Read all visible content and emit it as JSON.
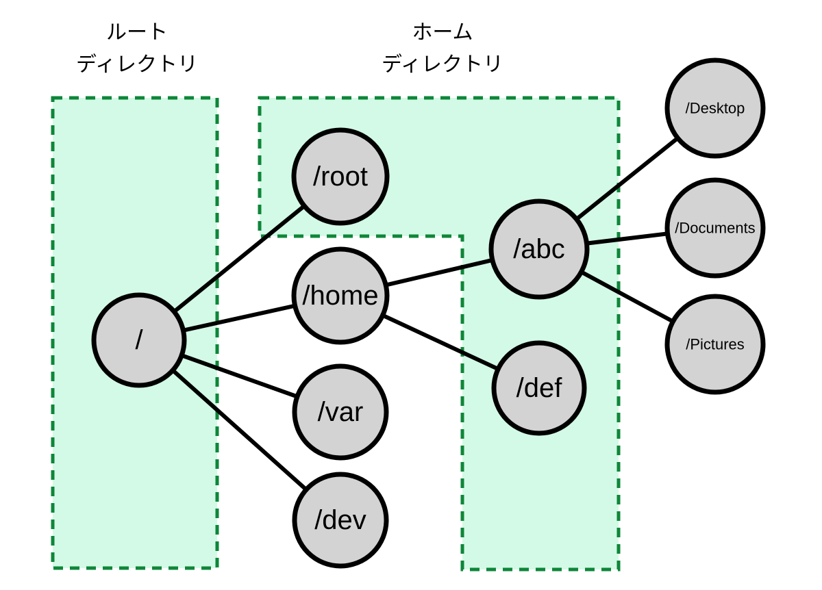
{
  "regions": {
    "root": {
      "title_line1": "ルート",
      "title_line2": "ディレクトリ"
    },
    "home": {
      "title_line1": "ホーム",
      "title_line2": "ディレクトリ"
    }
  },
  "nodes": {
    "root": {
      "label": "/"
    },
    "slash_root": {
      "label": "/root"
    },
    "home": {
      "label": "/home"
    },
    "var": {
      "label": "/var"
    },
    "dev": {
      "label": "/dev"
    },
    "abc": {
      "label": "/abc"
    },
    "def": {
      "label": "/def"
    },
    "desktop": {
      "label": "/Desktop"
    },
    "documents": {
      "label": "/Documents"
    },
    "pictures": {
      "label": "/Pictures"
    }
  },
  "edges": [
    {
      "from": "/",
      "to": "/root"
    },
    {
      "from": "/",
      "to": "/home"
    },
    {
      "from": "/",
      "to": "/var"
    },
    {
      "from": "/",
      "to": "/dev"
    },
    {
      "from": "/home",
      "to": "/abc"
    },
    {
      "from": "/home",
      "to": "/def"
    },
    {
      "from": "/abc",
      "to": "/Desktop"
    },
    {
      "from": "/abc",
      "to": "/Documents"
    },
    {
      "from": "/abc",
      "to": "/Pictures"
    }
  ],
  "colors": {
    "region_fill": "#d3fae6",
    "region_border": "#0e8639",
    "node_fill": "#d3d3d3",
    "node_border": "#000000",
    "edge": "#000000",
    "text": "#000000"
  }
}
